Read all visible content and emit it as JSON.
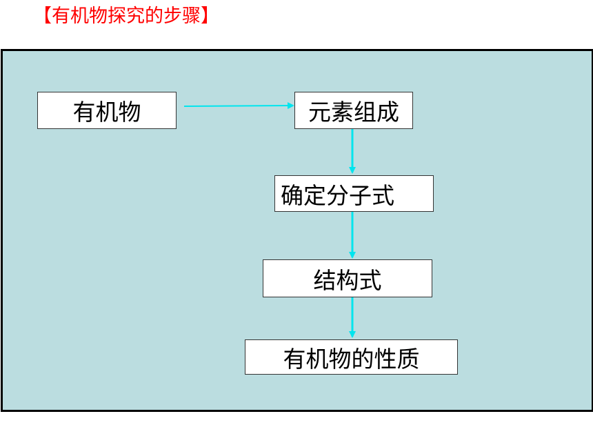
{
  "title": "【有机物探究的步骤】",
  "colors": {
    "title": "#ff0000",
    "panel_bg": "#bbdde0",
    "arrow": "#00e5ee",
    "box_bg": "#ffffff"
  },
  "diagram": {
    "nodes": [
      {
        "id": "organic",
        "label": "有机物"
      },
      {
        "id": "elements",
        "label": "元素组成"
      },
      {
        "id": "molecular",
        "label": "确定分子式"
      },
      {
        "id": "structural",
        "label": "结构式"
      },
      {
        "id": "properties",
        "label": "有机物的性质"
      }
    ],
    "edges": [
      {
        "from": "organic",
        "to": "elements"
      },
      {
        "from": "elements",
        "to": "molecular"
      },
      {
        "from": "molecular",
        "to": "structural"
      },
      {
        "from": "structural",
        "to": "properties"
      }
    ]
  }
}
